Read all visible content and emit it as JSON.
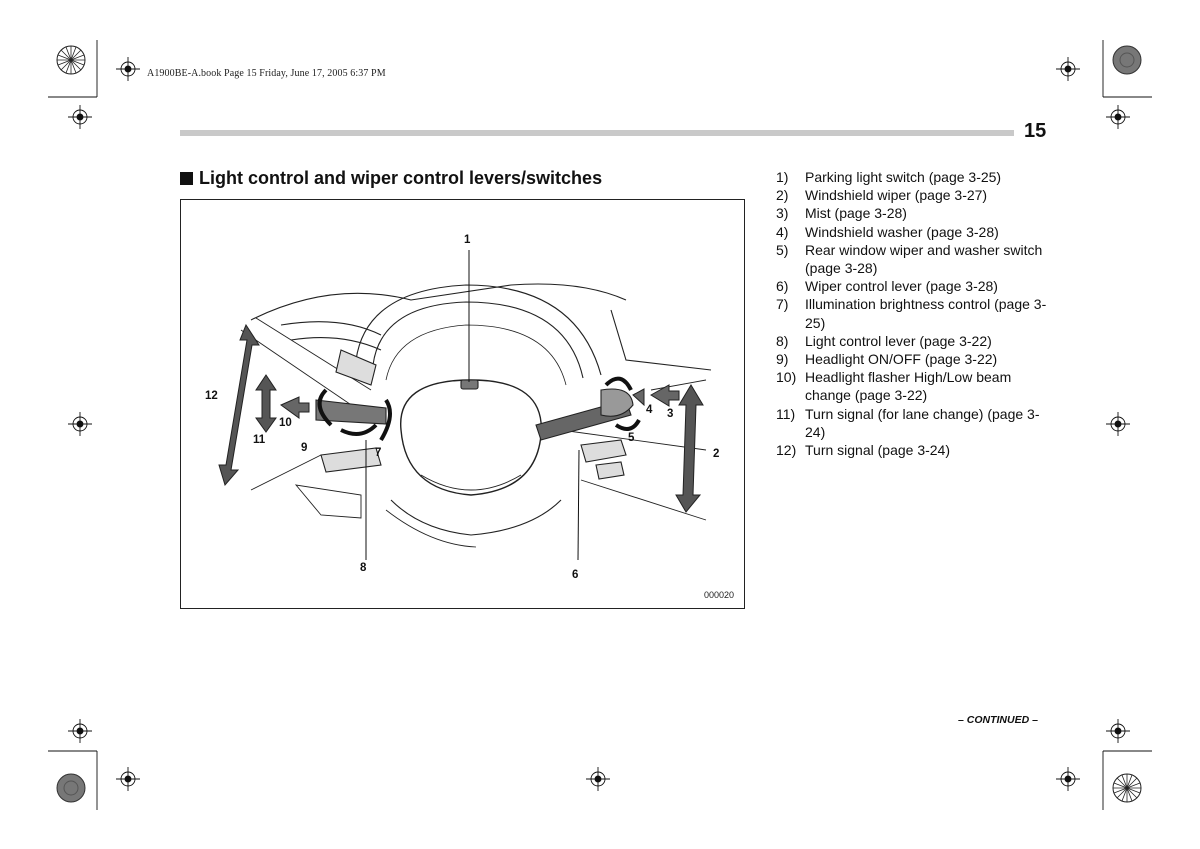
{
  "print_header": "A1900BE-A.book  Page 15  Friday, June 17, 2005  6:37 PM",
  "page_number": "15",
  "section_title": "Light control and wiper control levers/switches",
  "figure": {
    "code": "000020",
    "callouts": [
      "1",
      "2",
      "3",
      "4",
      "5",
      "6",
      "7",
      "8",
      "9",
      "10",
      "11",
      "12"
    ]
  },
  "legend": [
    {
      "num": "1)",
      "text": "Parking light switch (page 3-25)"
    },
    {
      "num": "2)",
      "text": "Windshield wiper (page 3-27)"
    },
    {
      "num": "3)",
      "text": "Mist (page 3-28)"
    },
    {
      "num": "4)",
      "text": "Windshield washer (page 3-28)"
    },
    {
      "num": "5)",
      "text": "Rear window wiper and washer switch (page 3-28)"
    },
    {
      "num": "6)",
      "text": "Wiper control lever (page 3-28)"
    },
    {
      "num": "7)",
      "text": "Illumination brightness control (page 3-25)"
    },
    {
      "num": "8)",
      "text": "Light control lever (page 3-22)"
    },
    {
      "num": "9)",
      "text": "Headlight ON/OFF (page 3-22)"
    },
    {
      "num": "10)",
      "text": "Headlight flasher High/Low beam change (page 3-22)"
    },
    {
      "num": "11)",
      "text": "Turn signal (for lane change) (page 3-24)"
    },
    {
      "num": "12)",
      "text": "Turn signal (page 3-24)"
    }
  ],
  "footer_continued": "– CONTINUED –"
}
